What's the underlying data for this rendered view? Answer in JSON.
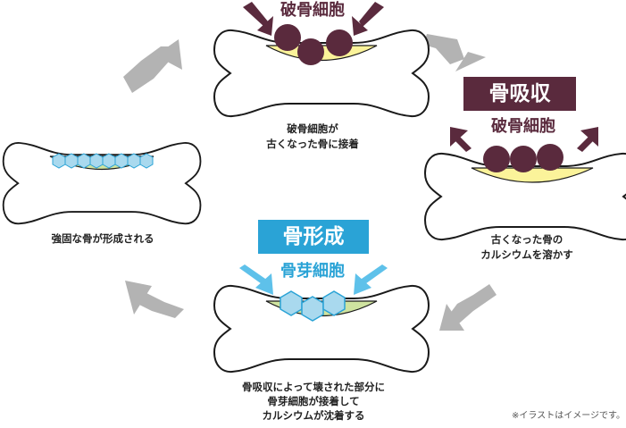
{
  "stage_top": {
    "cell_label": "破骨細胞",
    "caption_line1": "破骨細胞が",
    "caption_line2": "古くなった骨に接着"
  },
  "stage_right": {
    "badge": "骨吸収",
    "cell_label": "破骨細胞",
    "caption_line1": "古くなった骨の",
    "caption_line2": "カルシウムを溶かす"
  },
  "stage_bottom": {
    "badge": "骨形成",
    "cell_label": "骨芽細胞",
    "caption_line1": "骨吸収によって壊された部分に",
    "caption_line2": "骨芽細胞が接着して",
    "caption_line3": "カルシウムが沈着する"
  },
  "stage_left": {
    "caption": "強固な骨が形成される"
  },
  "footnote": "※イラストはイメージです。",
  "colors": {
    "osteoclast": "#5a2a3d",
    "osteoblast_fill": "#a9d9ee",
    "osteoblast_stroke": "#2aa3d6",
    "resorbed_area": "#fbf39a",
    "new_bone_area": "#cfe3a0",
    "cycle_arrow": "#b3b3b3",
    "bone_outline": "#1a1a1a"
  }
}
